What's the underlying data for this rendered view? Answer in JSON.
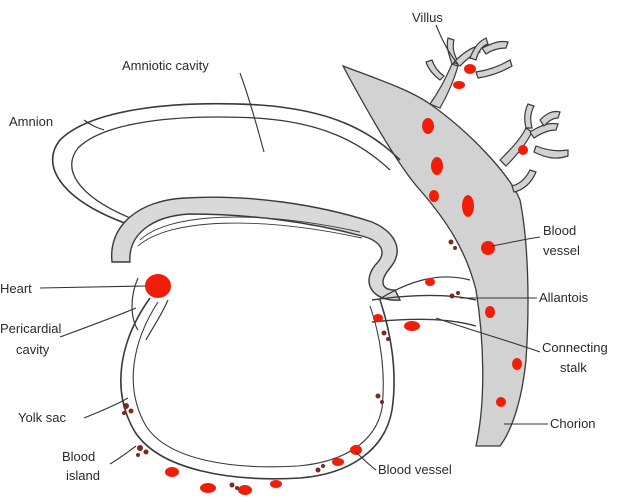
{
  "labels": {
    "villus": "Villus",
    "amniotic_cavity": "Amniotic cavity",
    "amnion": "Amnion",
    "blood_vessel_upper_1": "Blood",
    "blood_vessel_upper_2": "vessel",
    "heart": "Heart",
    "allantois": "Allantois",
    "pericardial_1": "Pericardial",
    "pericardial_2": "cavity",
    "connecting_1": "Connecting",
    "connecting_2": "stalk",
    "yolk_sac": "Yolk sac",
    "chorion": "Chorion",
    "blood_island_1": "Blood",
    "blood_island_2": "island",
    "blood_vessel_lower": "Blood vessel"
  },
  "colors": {
    "blood": "#f21d08",
    "chorion_fill": "#d2d2d2",
    "outline": "#3a3a3a",
    "background": "#ffffff"
  }
}
